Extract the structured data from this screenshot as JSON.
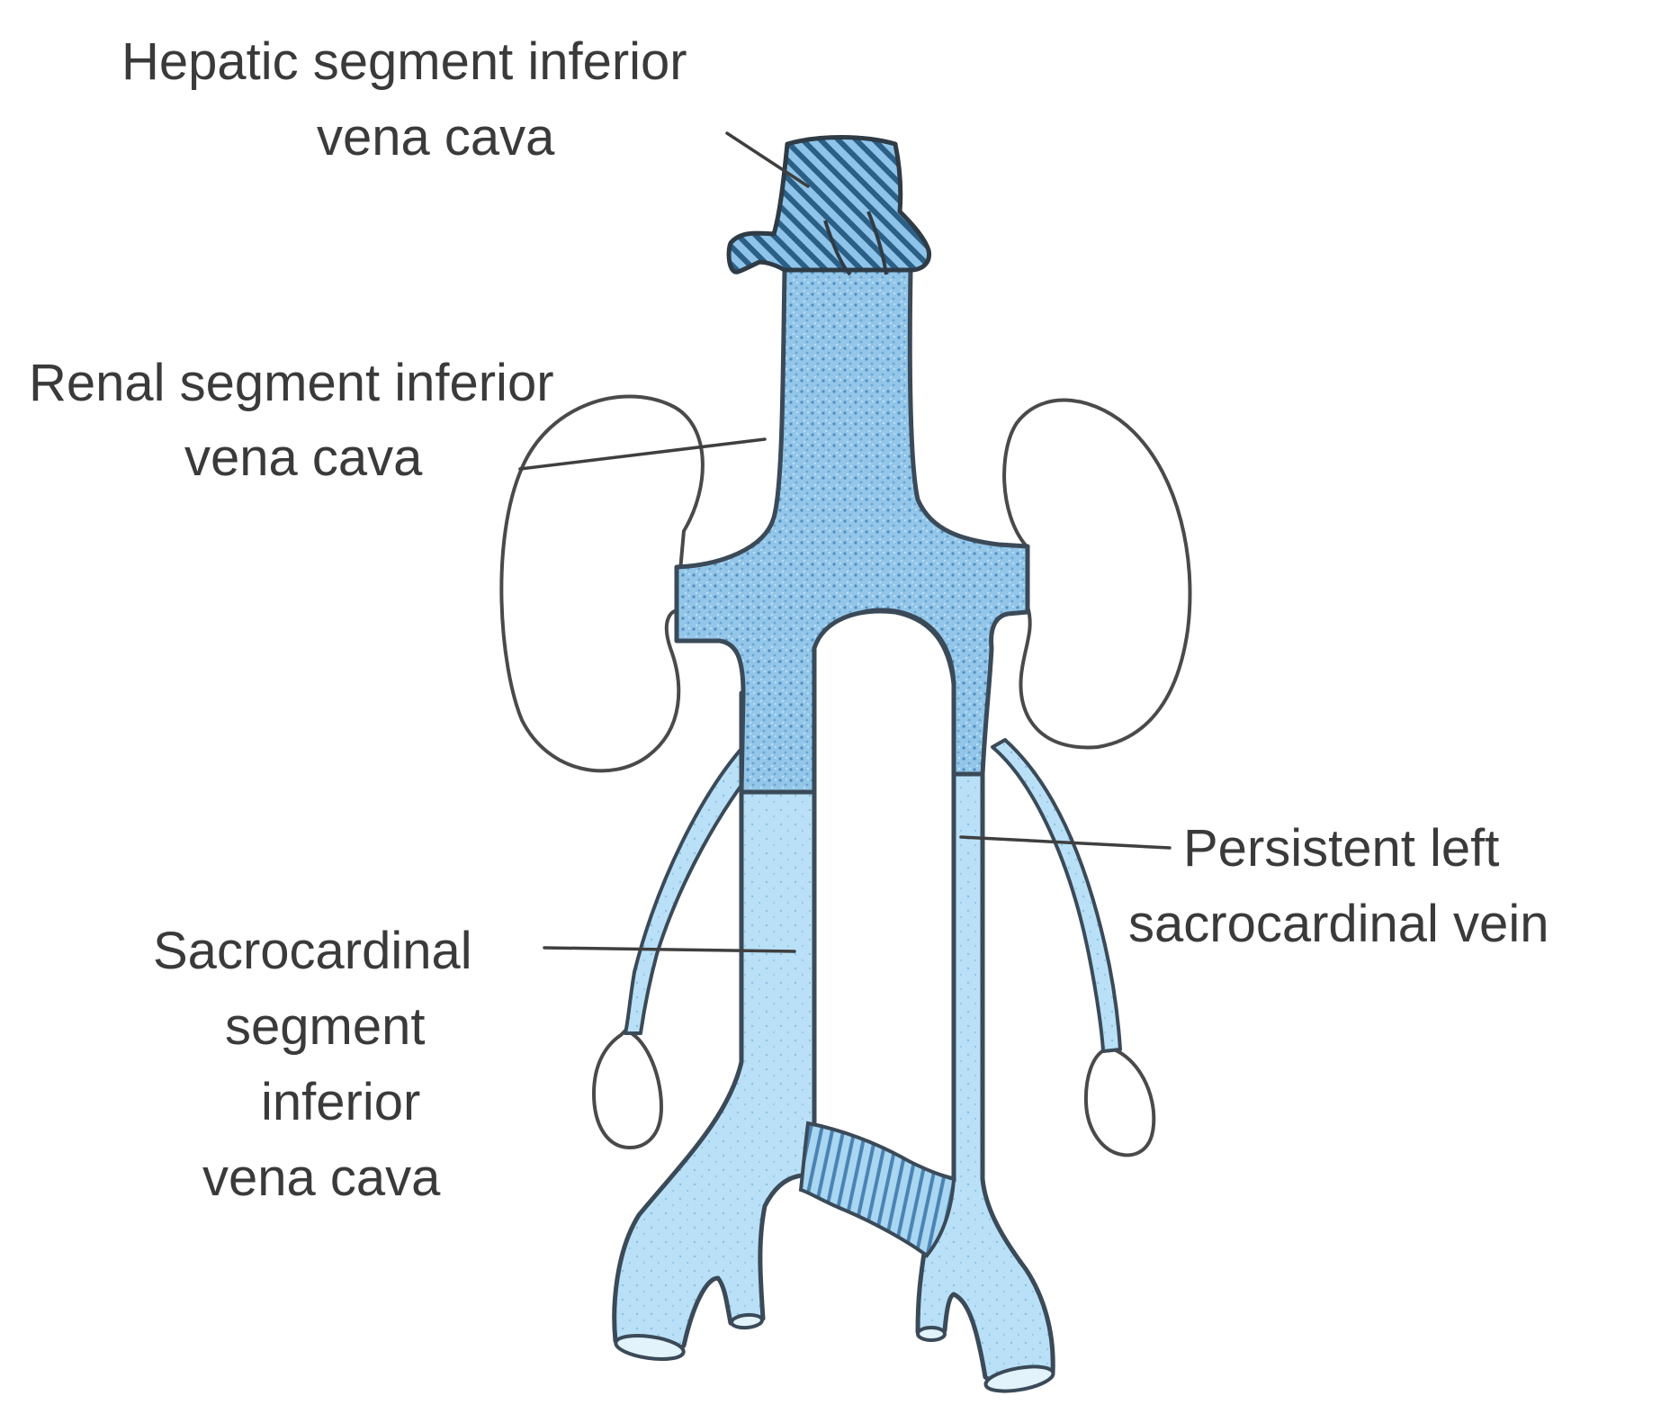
{
  "figure": {
    "labels": {
      "hepatic": {
        "line1": "Hepatic segment inferior",
        "line2": "vena cava"
      },
      "renal": {
        "line1": "Renal segment inferior",
        "line2": "vena cava"
      },
      "persistent_left": {
        "line1": "Persistent left",
        "line2": "sacrocardinal vein"
      },
      "sacrocardinal": {
        "line1": "Sacrocardinal",
        "line2": "segment",
        "line3": "inferior",
        "line4": "vena cava"
      }
    },
    "colors": {
      "vein_fill_light": "#b9e0f6",
      "vein_fill_dense": "#93c6e8",
      "hepatic_hatch": "#2b5f86",
      "outline": "#3b4a58",
      "text": "#3a3a3a"
    }
  }
}
